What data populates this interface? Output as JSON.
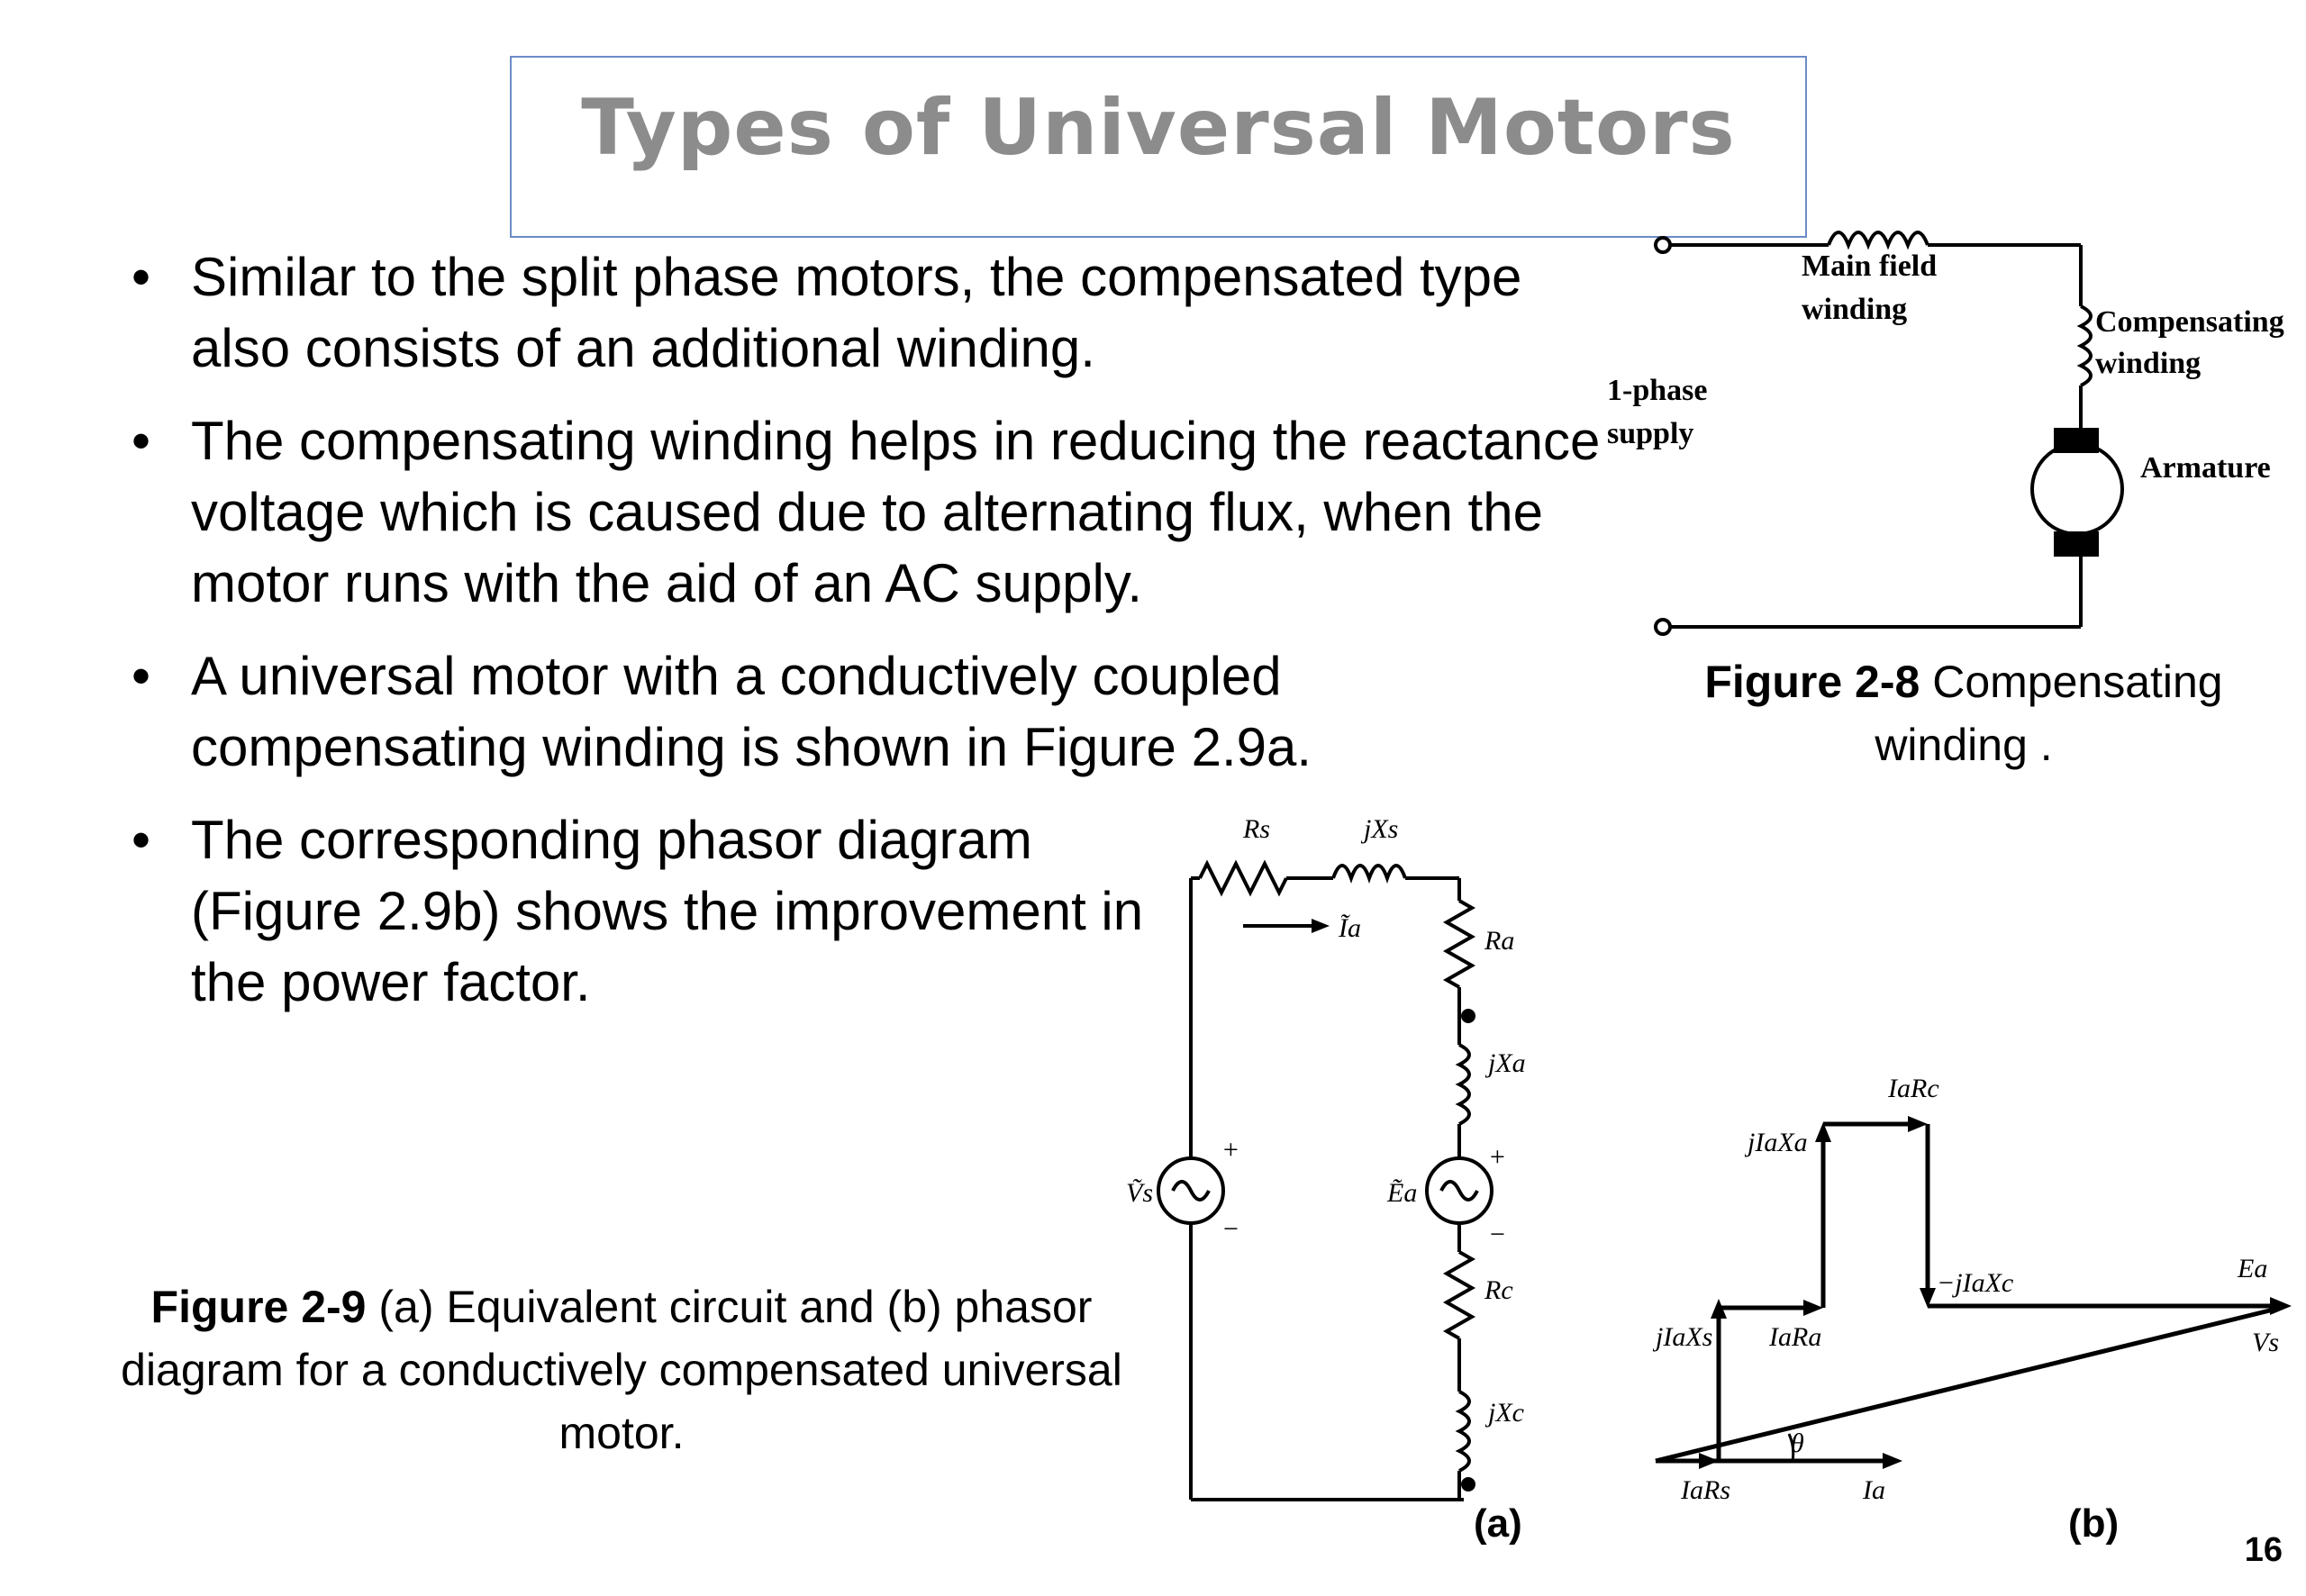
{
  "slide": {
    "title": "Types of Universal Motors",
    "bullets": [
      "Similar to the split phase motors, the compensated type also consists of an additional winding.",
      "The compensating winding helps in reducing the reactance voltage which is caused due to alternating flux, when the motor runs with the aid of an AC supply.",
      "A universal motor with a conductively coupled compensating winding is shown in Figure 2.9a.",
      "The corresponding phasor diagram (Figure 2.9b) shows the improvement in the power factor."
    ],
    "page_number": "16"
  },
  "figure_2_8": {
    "caption_bold": "Figure 2-8",
    "caption_rest": " Compensating winding .",
    "labels": {
      "main_field_1": "Main field",
      "main_field_2": "winding",
      "compensating_1": "Compensating",
      "compensating_2": "winding",
      "supply_1": "1-phase",
      "supply_2": "supply",
      "armature": "Armature"
    }
  },
  "figure_2_9": {
    "caption_bold": "Figure 2-9",
    "caption_rest": " (a) Equivalent circuit and (b) phasor diagram for a conductively compensated universal motor.",
    "circuit_labels": {
      "rs": "Rs",
      "jxs": "jXs",
      "ia": "Ĩa",
      "ra": "Ra",
      "jxa": "jXa",
      "vs": "Ṽs",
      "ea": "Ẽa",
      "rc": "Rc",
      "jxc": "jXc",
      "plus": "+",
      "minus": "−",
      "panel": "(a)"
    },
    "phasor_labels": {
      "iarc": "IaRc",
      "jiaxa": "jIaXa",
      "neg_jiaxc": "−jIaXc",
      "ea": "Ea",
      "vs": "Vs",
      "jiaxs": "jIaXs",
      "iara": "IaRa",
      "theta": "θ",
      "iars": "IaRs",
      "ia": "Ia",
      "panel": "(b)"
    }
  }
}
